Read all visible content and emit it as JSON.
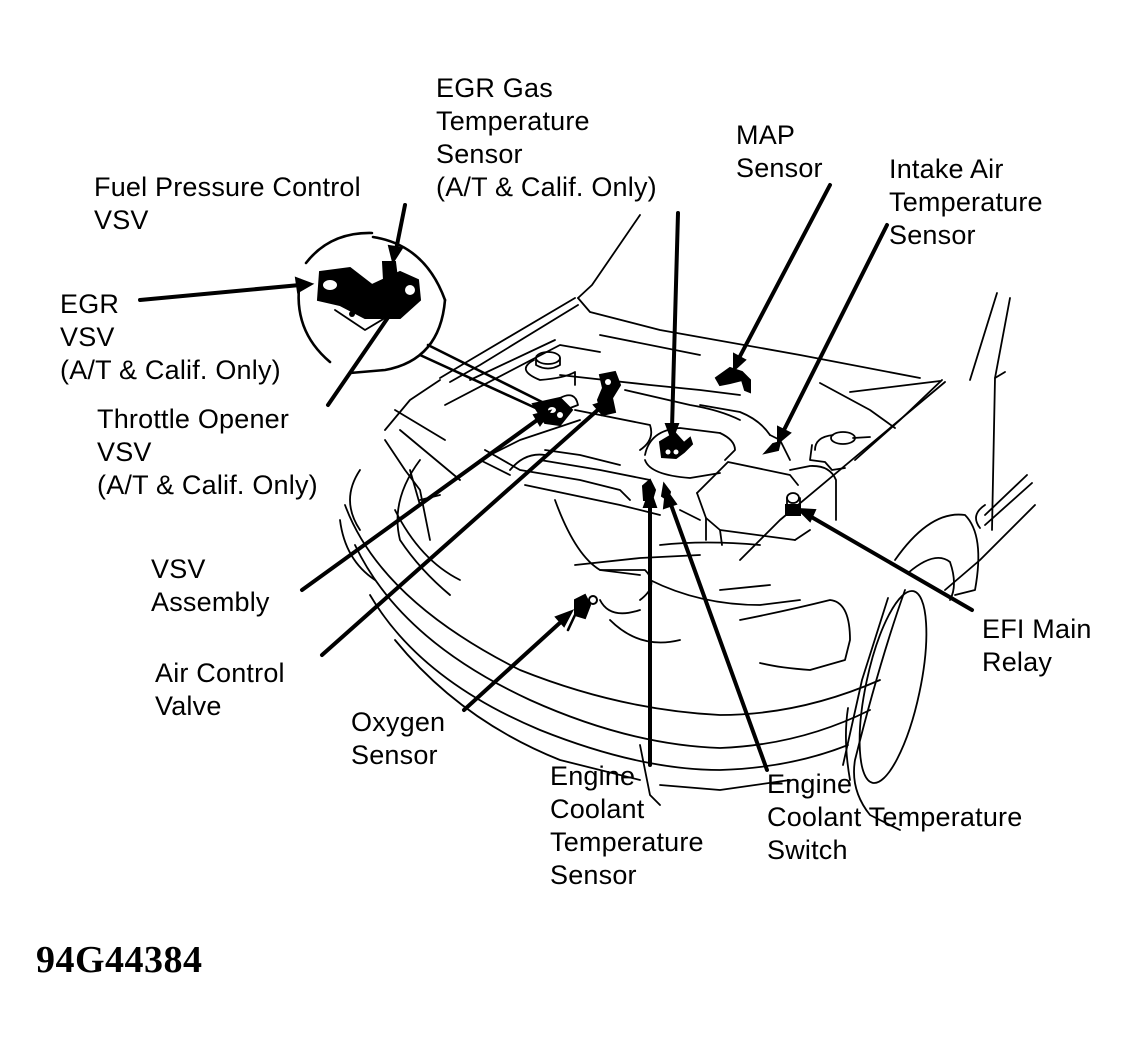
{
  "figure_id": "94G44384",
  "labels": {
    "fuel_pressure_control_vsv": [
      "Fuel Pressure Control",
      "VSV"
    ],
    "egr_gas_temperature_sensor": [
      "EGR Gas",
      "Temperature",
      "Sensor",
      "(A/T & Calif. Only)"
    ],
    "map_sensor": [
      "MAP",
      "Sensor"
    ],
    "intake_air_temperature_sensor": [
      "Intake Air",
      "Temperature",
      "Sensor"
    ],
    "egr_vsv": [
      "EGR",
      "VSV",
      "(A/T & Calif. Only)"
    ],
    "throttle_opener_vsv": [
      "Throttle Opener",
      "VSV",
      "(A/T & Calif. Only)"
    ],
    "vsv_assembly": [
      "VSV",
      "Assembly"
    ],
    "air_control_valve": [
      "Air Control",
      "Valve"
    ],
    "oxygen_sensor": [
      "Oxygen",
      "Sensor"
    ],
    "engine_coolant_temperature_sensor": [
      "Engine",
      "Coolant",
      "Temperature",
      "Sensor"
    ],
    "engine_coolant_temperature_switch": [
      "Engine",
      "Coolant Temperature",
      "Switch"
    ],
    "efi_main_relay": [
      "EFI Main",
      "Relay"
    ]
  },
  "colors": {
    "ink": "#000000",
    "paper": "#ffffff"
  }
}
